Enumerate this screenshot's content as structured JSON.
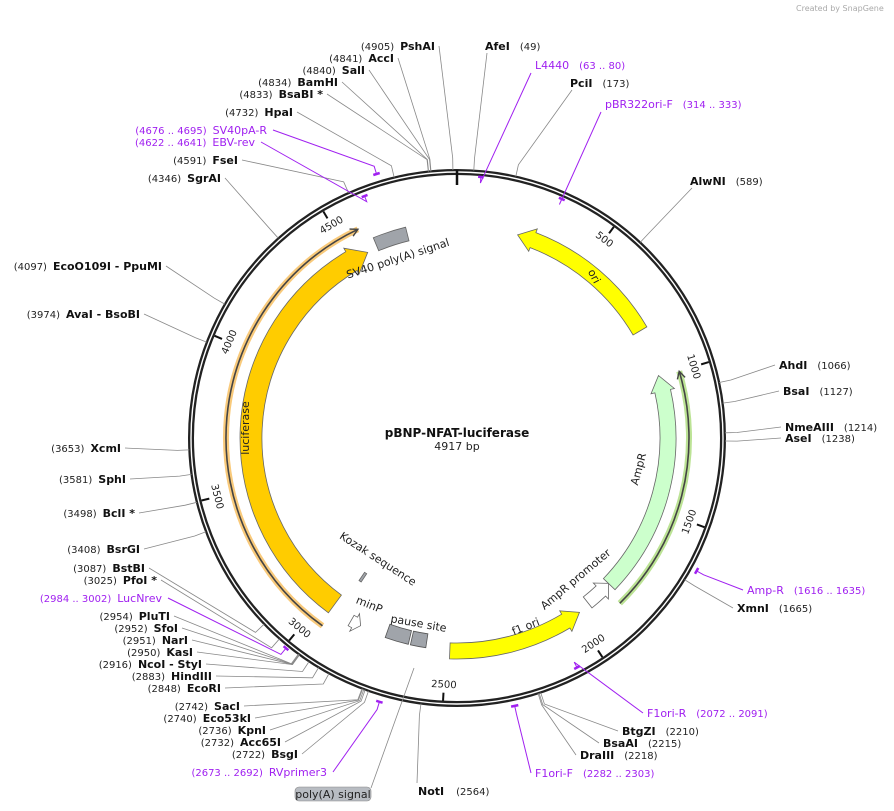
{
  "watermark": "Created by SnapGene",
  "plasmid": {
    "name": "pBNP-NFAT-luciferase",
    "size_label": "4917 bp",
    "length": 4917
  },
  "ticks": [
    "500",
    "1000",
    "1500",
    "2000",
    "2500",
    "3000",
    "3500",
    "4000",
    "4500"
  ],
  "enzymes": [
    {
      "name": "PshAI",
      "pos": "(4905)",
      "bp": 4905
    },
    {
      "name": "AccI",
      "pos": "(4841)",
      "bp": 4841
    },
    {
      "name": "SalI",
      "pos": "(4840)",
      "bp": 4840
    },
    {
      "name": "BamHI",
      "pos": "(4834)",
      "bp": 4834
    },
    {
      "name": "BsaBI *",
      "pos": "(4833)",
      "bp": 4833
    },
    {
      "name": "HpaI",
      "pos": "(4732)",
      "bp": 4732
    },
    {
      "name": "FseI",
      "pos": "(4591)",
      "bp": 4591
    },
    {
      "name": "SgrAI",
      "pos": "(4346)",
      "bp": 4346
    },
    {
      "name": "EcoO109I   - PpuMI",
      "pos": "(4097)",
      "bp": 4097
    },
    {
      "name": "AvaI   - BsoBI",
      "pos": "(3974)",
      "bp": 3974
    },
    {
      "name": "XcmI",
      "pos": "(3653)",
      "bp": 3653
    },
    {
      "name": "SphI",
      "pos": "(3581)",
      "bp": 3581
    },
    {
      "name": "BclI *",
      "pos": "(3498)",
      "bp": 3498
    },
    {
      "name": "BsrGI",
      "pos": "(3408)",
      "bp": 3408
    },
    {
      "name": "BstBI",
      "pos": "(3087)",
      "bp": 3087
    },
    {
      "name": "PfoI *",
      "pos": "(3025)",
      "bp": 3025
    },
    {
      "name": "PluTI",
      "pos": "(2954)",
      "bp": 2954
    },
    {
      "name": "SfoI",
      "pos": "(2952)",
      "bp": 2952
    },
    {
      "name": "NarI",
      "pos": "(2951)",
      "bp": 2951
    },
    {
      "name": "KasI",
      "pos": "(2950)",
      "bp": 2950
    },
    {
      "name": "NcoI  - StyI",
      "pos": "(2916)",
      "bp": 2916
    },
    {
      "name": "HindIII",
      "pos": "(2883)",
      "bp": 2883
    },
    {
      "name": "EcoRI",
      "pos": "(2848)",
      "bp": 2848
    },
    {
      "name": "SacI",
      "pos": "(2742)",
      "bp": 2742
    },
    {
      "name": "Eco53kI",
      "pos": "(2740)",
      "bp": 2740
    },
    {
      "name": "KpnI",
      "pos": "(2736)",
      "bp": 2736
    },
    {
      "name": "Acc65I",
      "pos": "(2732)",
      "bp": 2732
    },
    {
      "name": "BsgI",
      "pos": "(2722)",
      "bp": 2722
    },
    {
      "name": "NotI",
      "pos": "(2564)",
      "bp": 2564
    },
    {
      "name": "DraIII",
      "pos": "(2218)",
      "bp": 2218
    },
    {
      "name": "BsaAI",
      "pos": "(2215)",
      "bp": 2215
    },
    {
      "name": "BtgZI",
      "pos": "(2210)",
      "bp": 2210
    },
    {
      "name": "XmnI",
      "pos": "(1665)",
      "bp": 1665
    },
    {
      "name": "AseI",
      "pos": "(1238)",
      "bp": 1238
    },
    {
      "name": "NmeAIII",
      "pos": "(1214)",
      "bp": 1214
    },
    {
      "name": "BsaI",
      "pos": "(1127)",
      "bp": 1127
    },
    {
      "name": "AhdI",
      "pos": "(1066)",
      "bp": 1066
    },
    {
      "name": "AlwNI",
      "pos": "(589)",
      "bp": 589
    },
    {
      "name": "PciI",
      "pos": "(173)",
      "bp": 173
    },
    {
      "name": "AfeI",
      "pos": "(49)",
      "bp": 49
    }
  ],
  "primers": [
    {
      "name": "SV40pA-R",
      "range": "(4676 .. 4695)",
      "start": 4676,
      "end": 4695
    },
    {
      "name": "EBV-rev",
      "range": "(4622 .. 4641)",
      "start": 4622,
      "end": 4641
    },
    {
      "name": "LucNrev",
      "range": "(2984 .. 3002)",
      "start": 2984,
      "end": 3002
    },
    {
      "name": "RVprimer3",
      "range": "(2673 .. 2692)",
      "start": 2673,
      "end": 2692
    },
    {
      "name": "F1ori-F",
      "range": "(2282 .. 2303)",
      "start": 2282,
      "end": 2303
    },
    {
      "name": "F1ori-R",
      "range": "(2072 .. 2091)",
      "start": 2072,
      "end": 2091
    },
    {
      "name": "Amp-R",
      "range": "(1616 .. 1635)",
      "start": 1616,
      "end": 1635
    },
    {
      "name": "pBR322ori-F",
      "range": "(314 .. 333)",
      "start": 314,
      "end": 333
    },
    {
      "name": "L4440",
      "range": "(63 .. 80)",
      "start": 63,
      "end": 80
    }
  ],
  "features": [
    {
      "name": "ori",
      "start": 227,
      "end": 815,
      "direction": "reverse",
      "color": "#ffff00"
    },
    {
      "name": "AmpR",
      "start": 994,
      "end": 1828,
      "direction": "reverse",
      "color": "#ccffcc"
    },
    {
      "name": "AmpR promoter",
      "start": 1828,
      "end": 1933,
      "direction": "reverse",
      "color": "#ffffff"
    },
    {
      "name": "f1 ori",
      "start": 1979,
      "end": 2485,
      "direction": "reverse",
      "color": "#ffff00"
    },
    {
      "name": "pause site",
      "start": 2574,
      "end": 2729,
      "direction": "none",
      "color": "#a0a4aa"
    },
    {
      "name": "minP",
      "start": 2830,
      "end": 2870,
      "direction": "reverse",
      "color": "#ffffff"
    },
    {
      "name": "Kozak sequence",
      "start": 2918,
      "end": 2930,
      "direction": "none",
      "color": "#a0a4aa"
    },
    {
      "name": "luciferase",
      "start": 2955,
      "end": 4566,
      "direction": "forward",
      "color": "#ffcc00"
    },
    {
      "name": "SV40 poly(A) signal",
      "start": 4607,
      "end": 4730,
      "direction": "none",
      "color": "#a0a4aa"
    }
  ],
  "hidden_feature": {
    "name": "poly(A) signal"
  },
  "colors": {
    "backbone": "#222222",
    "primer": "#a020f0",
    "orf_luciferase": "#f5a623",
    "orf_ampr": "#8fd14f"
  }
}
